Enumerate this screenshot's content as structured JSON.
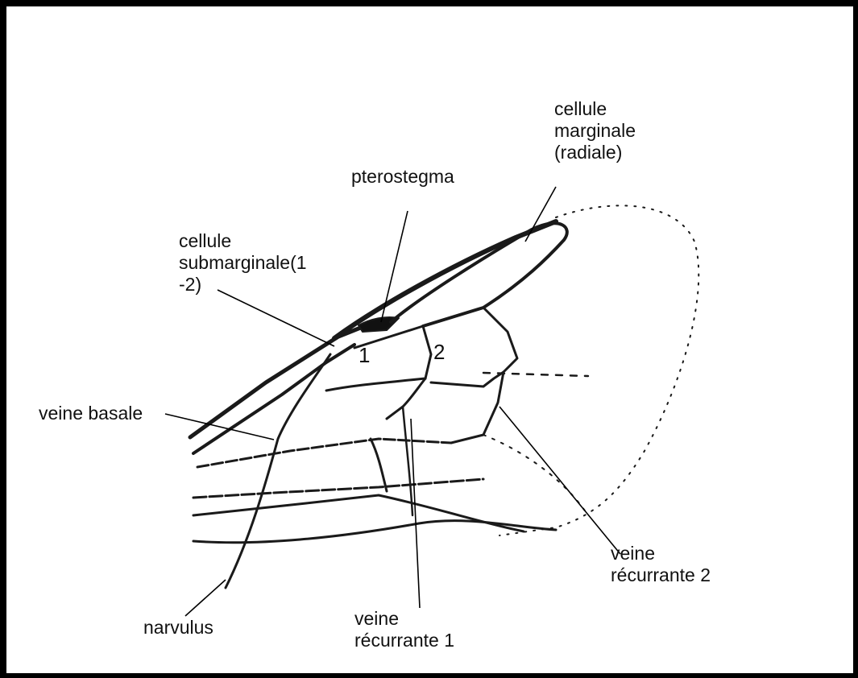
{
  "figure": {
    "labels": {
      "cellule_marginale": [
        "cellule",
        "marginale",
        "(radiale)"
      ],
      "pterostegma": "pterostegma",
      "cellule_submarginale": [
        "cellule",
        "submarginale(1",
        "-2)"
      ],
      "veine_basale": "veine basale",
      "narvulus": "narvulus",
      "veine_recurrante_1": [
        "veine",
        "récurrante 1"
      ],
      "veine_recurrante_2": [
        "veine",
        "récurrante 2"
      ],
      "cell_number_1": "1",
      "cell_number_2": "2"
    },
    "colors": {
      "ink": "#111111",
      "frame": "#000000",
      "background": "#ffffff"
    }
  }
}
